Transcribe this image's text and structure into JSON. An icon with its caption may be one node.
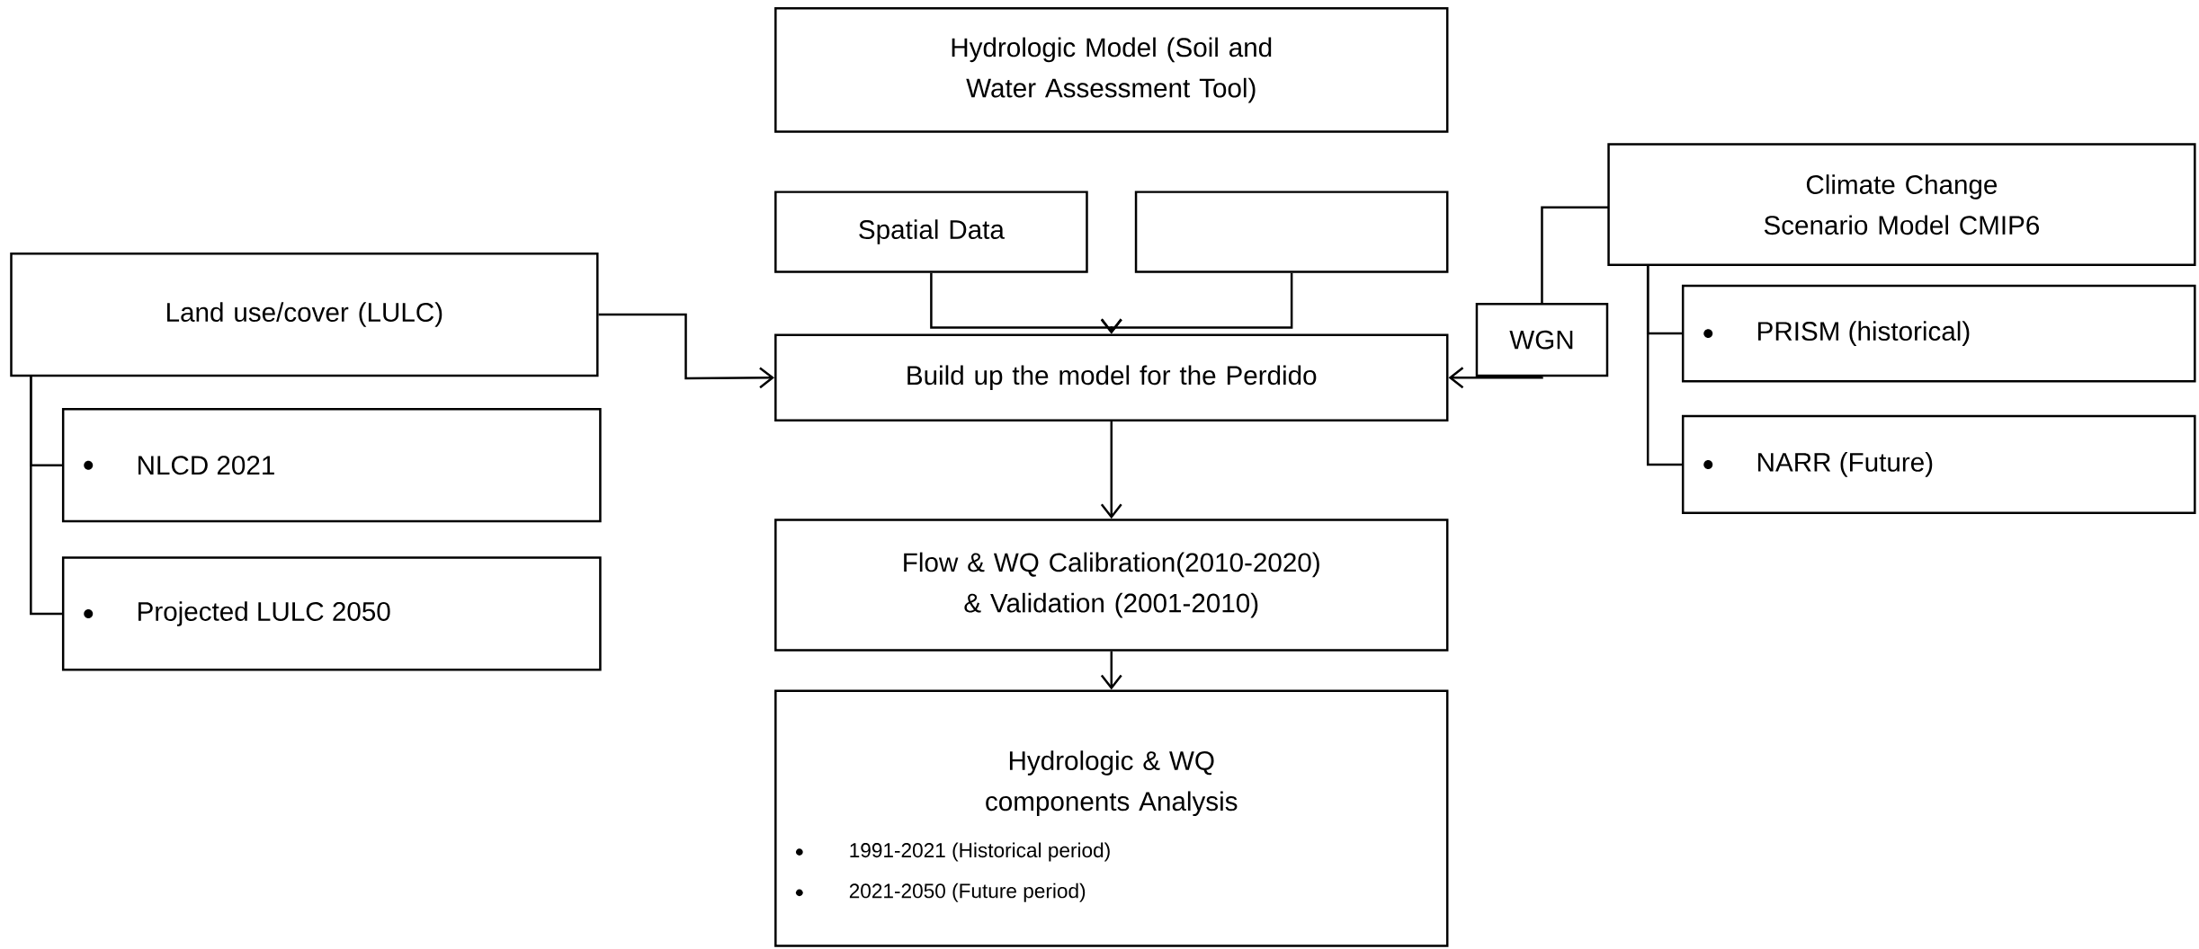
{
  "diagram": {
    "nodes": [
      {
        "text": [
          "Hydrologic Model (Soil and Water Assessment Tool)"
        ]
      },
      {
        "text": [
          "Spatial Data"
        ]
      },
      {
        "text": [],
        "shape": "box"
      },
      {
        "text": [
          "Climate Change Scenario Model CMIP6"
        ]
      },
      {
        "text": [
          "Land use/cover (LULC)"
        ]
      },
      {
        "text": [
          "NLCD 2021"
        ]
      },
      {
        "text": [
          "Projected LULC 2050"
        ]
      },
      {
        "text": [
          "WGN"
        ]
      },
      {
        "text": [
          "Build up the model for the Perdido"
        ]
      },
      {
        "text": [
          "PRISM (historical)"
        ]
      },
      {
        "text": [
          "NARR (Future)"
        ]
      },
      {
        "text": [
          "Flow & WQ Calibration(2010-2020) & Validation (2001-2010)"
        ]
      },
      {
        "text": [
          "Hydrologic & WQ components Analysis",
          "1991-2021 (Historical period)",
          "2021-2050 (Future period)"
        ]
      }
    ],
    "edges": [
      {
        "from": 1,
        "to": 8,
        "arrow": "to"
      },
      {
        "from": 2,
        "to": 8,
        "arrow": "to"
      },
      {
        "from": 4,
        "to": 8,
        "arrow": "to"
      },
      {
        "from": 4,
        "to": 5,
        "arrow": "none"
      },
      {
        "from": 4,
        "to": 6,
        "arrow": "none"
      },
      {
        "from": 3,
        "to": 7,
        "arrow": "none"
      },
      {
        "from": 7,
        "to": 8,
        "arrow": "to"
      },
      {
        "from": 3,
        "to": 9,
        "arrow": "none"
      },
      {
        "from": 3,
        "to": 10,
        "arrow": "none"
      },
      {
        "from": 8,
        "to": 11,
        "arrow": "to"
      },
      {
        "from": 11,
        "to": 12,
        "arrow": "to"
      }
    ]
  }
}
